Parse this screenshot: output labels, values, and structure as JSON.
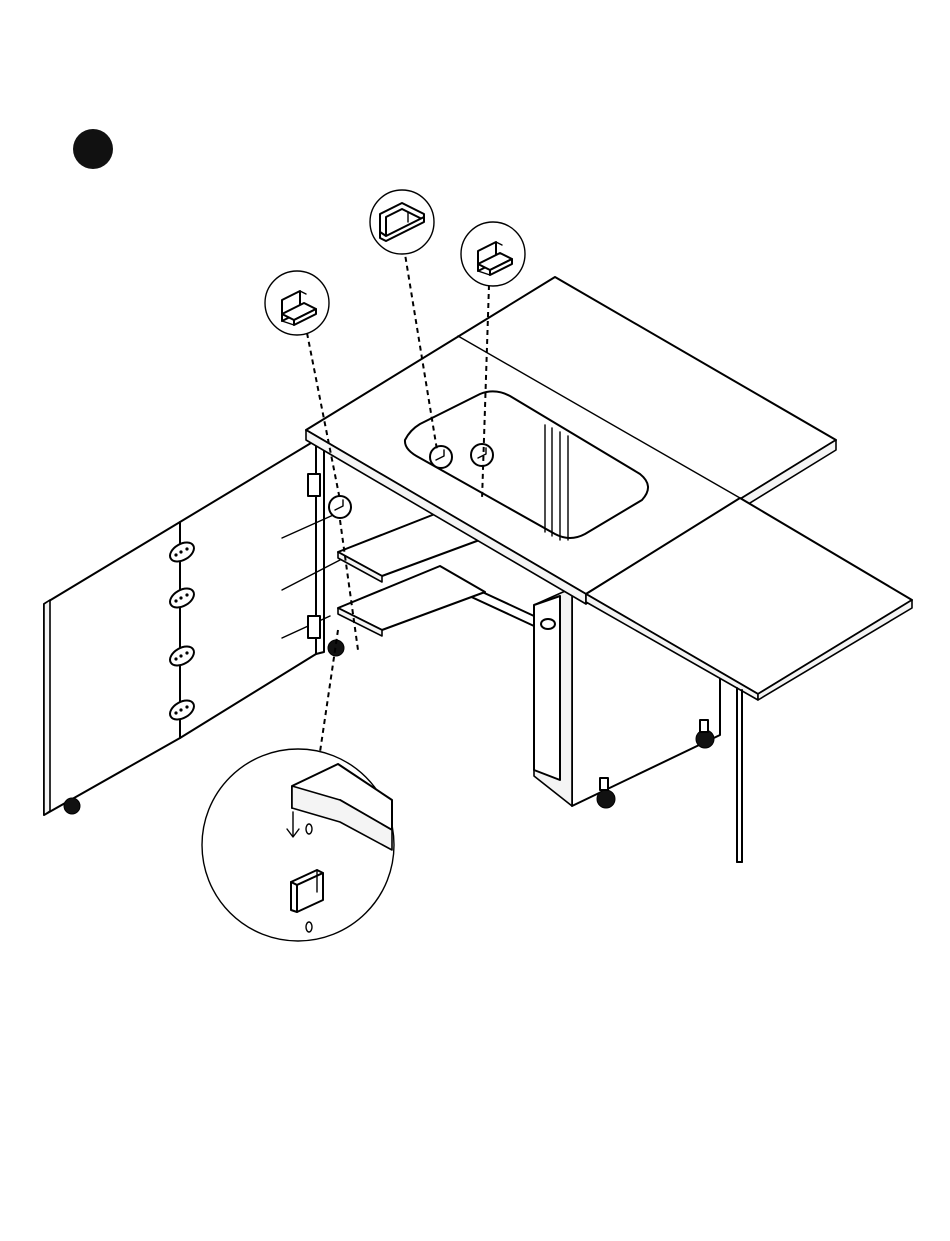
{
  "step": {
    "number": "",
    "badge_color": "#111111"
  },
  "diagram": {
    "subject": "sewing-cabinet-assembly",
    "callouts": [
      {
        "part": "shelf-support-bracket",
        "count": 1
      },
      {
        "part": "corner-bracket",
        "count": 1
      },
      {
        "part": "shelf-support-bracket",
        "count": 1
      },
      {
        "part": "shelf-pin-detail",
        "count": 1
      }
    ],
    "line_color": "#000000"
  }
}
